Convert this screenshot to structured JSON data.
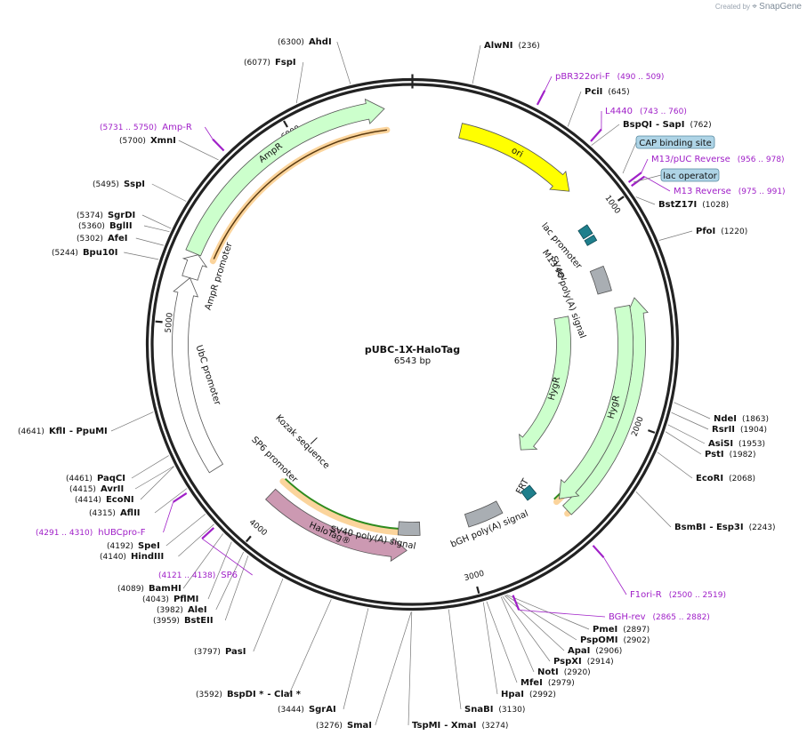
{
  "plasmid": {
    "name": "pUBC-1X-HaloTag",
    "length_text": "6543 bp",
    "length": 6543
  },
  "credit": {
    "prefix": "Created by",
    "brand": "SnapGene"
  },
  "colors": {
    "ori": "#ffff00",
    "gene": "#ccffcc",
    "halotag": "#cc99b2",
    "polya": "#a9aeb3",
    "site": "#1f7f8c",
    "primer": "#a020c8",
    "highlight": "#f7b04a",
    "highlight_green": "#2e8b1e"
  },
  "tick_labels": [
    "1000",
    "2000",
    "3000",
    "4000",
    "5000",
    "6000"
  ],
  "features": [
    {
      "id": "ori",
      "label": "ori",
      "kind": "arrow",
      "color": "ori",
      "start": 230,
      "end": 830
    },
    {
      "id": "ampr",
      "label": "AmpR",
      "kind": "arrow",
      "color": "gene",
      "start": 5320,
      "end": 6420,
      "dir": "fwd"
    },
    {
      "id": "ampr-promoter",
      "label": "AmpR promoter",
      "kind": "arrow",
      "color": "white",
      "start": 5210,
      "end": 5320
    },
    {
      "id": "ubc-promoter",
      "label": "UbC promoter",
      "kind": "arrow",
      "color": "white",
      "start": 4320,
      "end": 5210
    },
    {
      "id": "halotag",
      "label": "HaloTag®",
      "kind": "arrow",
      "color": "halotag",
      "start": 3300,
      "end": 4060,
      "dir": "rev"
    },
    {
      "id": "hygr",
      "label": "HygR",
      "kind": "arrow",
      "color": "gene",
      "start": 1420,
      "end": 2490,
      "dir": "rev"
    },
    {
      "id": "sv40-polya-1",
      "label": "SV40 poly(A) signal",
      "kind": "box",
      "start": 1230,
      "end": 1360
    },
    {
      "id": "sv40-polya-2",
      "label": "SV40 poly(A) signal",
      "kind": "box",
      "start": 3230,
      "end": 3350
    },
    {
      "id": "bgh-polya",
      "label": "bGH poly(A) signal",
      "kind": "box",
      "start": 2760,
      "end": 2960
    },
    {
      "id": "lac-promoter",
      "label": "lac promoter",
      "kind": "site",
      "start": 1010,
      "end": 1060
    },
    {
      "id": "m13-rev",
      "label": "M13 rev",
      "kind": "site",
      "start": 1070,
      "end": 1100
    },
    {
      "id": "frt",
      "label": "FRT",
      "kind": "site",
      "start": 2550,
      "end": 2610
    },
    {
      "id": "kozak",
      "label": "Kozak sequence",
      "kind": "mark",
      "start": 4070,
      "end": 4080
    },
    {
      "id": "sp6-promoter",
      "label": "SP6 promoter",
      "kind": "mark",
      "start": 4121,
      "end": 4138
    }
  ],
  "inner_hygr": {
    "label": "HygR"
  },
  "enzymes": [
    {
      "name": "AhdI",
      "pos": "(6300)",
      "side": "L"
    },
    {
      "name": "FspI",
      "pos": "(6077)",
      "side": "L"
    },
    {
      "name": "XmnI",
      "pos": "(5700)",
      "side": "L"
    },
    {
      "name": "SspI",
      "pos": "(5495)",
      "side": "L"
    },
    {
      "name": "SgrDI",
      "pos": "(5374)",
      "side": "L"
    },
    {
      "name": "BglII",
      "pos": "(5360)",
      "side": "L"
    },
    {
      "name": "AfeI",
      "pos": "(5302)",
      "side": "L"
    },
    {
      "name": "Bpu10I",
      "pos": "(5244)",
      "side": "L"
    },
    {
      "name": "KflI",
      "name2": "- PpuMI",
      "pos": "(4641)",
      "side": "L"
    },
    {
      "name": "PaqCI",
      "pos": "(4461)",
      "side": "L"
    },
    {
      "name": "AvrII",
      "pos": "(4415)",
      "side": "L"
    },
    {
      "name": "EcoNI",
      "pos": "(4414)",
      "side": "L"
    },
    {
      "name": "AflII",
      "pos": "(4315)",
      "side": "L"
    },
    {
      "name": "SpeI",
      "pos": "(4192)",
      "side": "L"
    },
    {
      "name": "HindIII",
      "pos": "(4140)",
      "side": "L"
    },
    {
      "name": "BamHI",
      "pos": "(4089)",
      "side": "L"
    },
    {
      "name": "PflMI",
      "pos": "(4043)",
      "side": "L"
    },
    {
      "name": "AleI",
      "pos": "(3982)",
      "side": "L"
    },
    {
      "name": "BstEII",
      "pos": "(3959)",
      "side": "L"
    },
    {
      "name": "PasI",
      "pos": "(3797)",
      "side": "L"
    },
    {
      "name": "BspDI *",
      "name2": "- ClaI *",
      "pos": "(3592)",
      "side": "L"
    },
    {
      "name": "SgrAI",
      "pos": "(3444)",
      "side": "L"
    },
    {
      "name": "SmaI",
      "pos": "(3276)",
      "side": "L"
    },
    {
      "name": "TspMI",
      "name2": "- XmaI",
      "pos": "(3274)",
      "side": "R"
    },
    {
      "name": "SnaBI",
      "pos": "(3130)",
      "side": "R"
    },
    {
      "name": "HpaI",
      "pos": "(2992)",
      "side": "R"
    },
    {
      "name": "MfeI",
      "pos": "(2979)",
      "side": "R"
    },
    {
      "name": "NotI",
      "pos": "(2920)",
      "side": "R"
    },
    {
      "name": "PspXI",
      "pos": "(2914)",
      "side": "R"
    },
    {
      "name": "ApaI",
      "pos": "(2906)",
      "side": "R"
    },
    {
      "name": "PspOMI",
      "pos": "(2902)",
      "side": "R"
    },
    {
      "name": "PmeI",
      "pos": "(2897)",
      "side": "R"
    },
    {
      "name": "BsmBI",
      "name2": "- Esp3I",
      "pos": "(2243)",
      "side": "R"
    },
    {
      "name": "EcoRI",
      "pos": "(2068)",
      "side": "R"
    },
    {
      "name": "PstI",
      "pos": "(1982)",
      "side": "R"
    },
    {
      "name": "AsiSI",
      "pos": "(1953)",
      "side": "R"
    },
    {
      "name": "RsrII",
      "pos": "(1904)",
      "side": "R"
    },
    {
      "name": "NdeI",
      "pos": "(1863)",
      "side": "R"
    },
    {
      "name": "PfoI",
      "pos": "(1220)",
      "side": "R"
    },
    {
      "name": "BstZ17I",
      "pos": "(1028)",
      "side": "R"
    },
    {
      "name": "BspQI",
      "name2": "- SapI",
      "pos": "(762)",
      "side": "R"
    },
    {
      "name": "PciI",
      "pos": "(645)",
      "side": "R"
    },
    {
      "name": "AlwNI",
      "pos": "(236)",
      "side": "R"
    }
  ],
  "primers": [
    {
      "name": "pBR322ori-F",
      "range": "(490 .. 509)"
    },
    {
      "name": "L4440",
      "range": "(743 .. 760)"
    },
    {
      "name": "M13/pUC Reverse",
      "range": "(956 .. 978)"
    },
    {
      "name": "M13 Reverse",
      "range": "(975 .. 991)"
    },
    {
      "name": "F1ori-R",
      "range": "(2500 .. 2519)"
    },
    {
      "name": "BGH-rev",
      "range": "(2865 .. 2882)"
    },
    {
      "name": "SP6",
      "range": "(4121 .. 4138)"
    },
    {
      "name": "hUBCpro-F",
      "range": "(4291 .. 4310)"
    },
    {
      "name": "Amp-R",
      "range": "(5731 .. 5750)"
    }
  ],
  "boxed_labels": [
    {
      "name": "CAP binding site"
    },
    {
      "name": "lac operator"
    }
  ]
}
